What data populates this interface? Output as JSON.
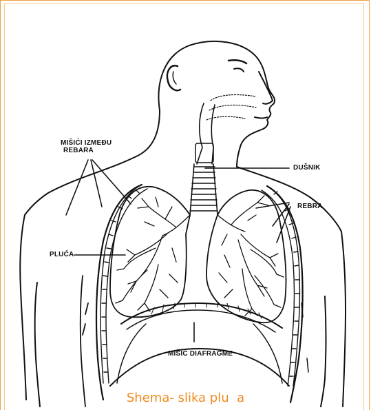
{
  "labels": {
    "intercostal_line1": "MIŠIĆI IZMEĐU",
    "intercostal_line2": "REBARA",
    "trachea": "DUŠNIK",
    "ribs": "REBRA",
    "lungs": "PLUĆA",
    "diaphragm": "MIŠIĆ DIAFRAGME"
  },
  "caption": "Shema- slika plu  a",
  "colors": {
    "line": "#111111",
    "caption": "#f08a1c",
    "frame": "#f0a040"
  }
}
